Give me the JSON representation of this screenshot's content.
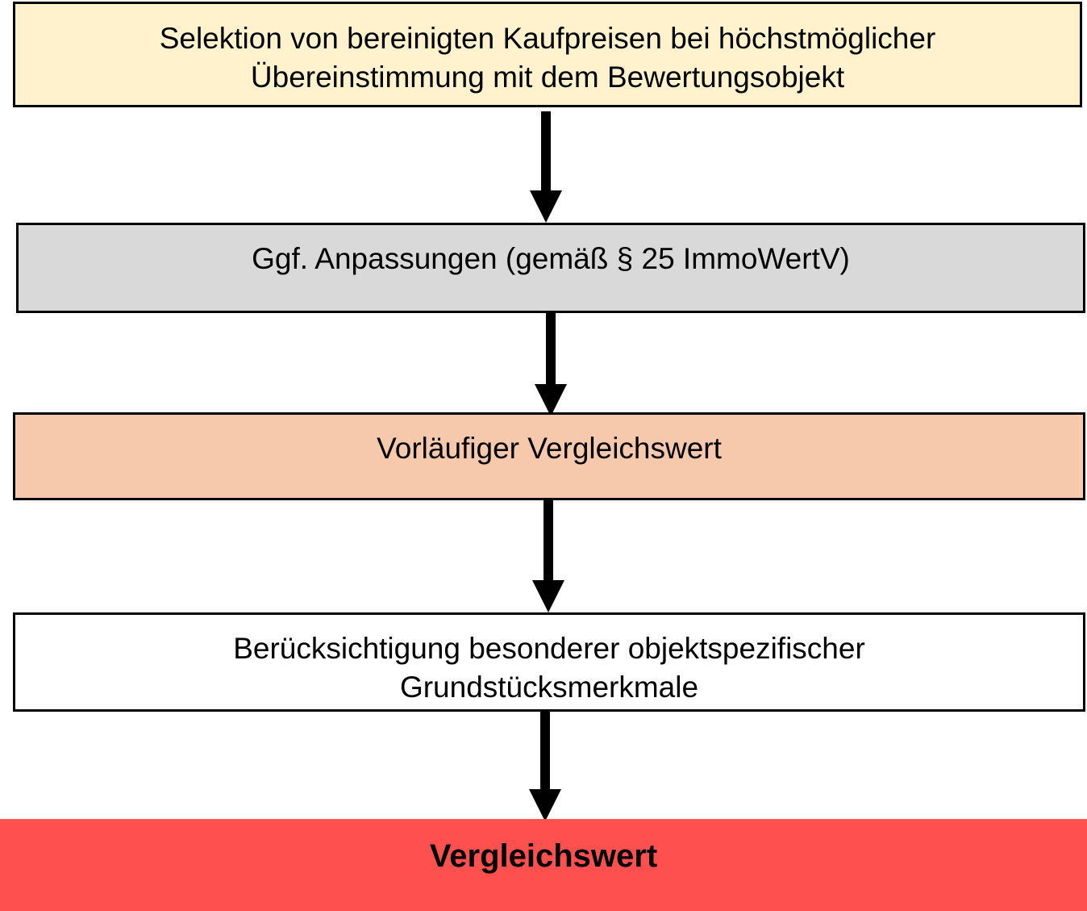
{
  "colors": {
    "step_1_fill": "#FFF2CC",
    "step_2_fill": "#D9D9D9",
    "step_3_fill": "#F6C9AD",
    "step_4_fill": "#FFFFFF",
    "step_5_fill": "#FF5050",
    "border": "#000000",
    "arrow": "#000000"
  },
  "steps": [
    {
      "lines": [
        "Selektion von bereinigten Kaufpreisen bei höchstmöglicher",
        "Übereinstimmung mit dem Bewertungsobjekt"
      ]
    },
    {
      "lines": [
        "Ggf. Anpassungen (gemäß § 25 ImmoWertV)"
      ]
    },
    {
      "lines": [
        "Vorläufiger Vergleichswert"
      ]
    },
    {
      "lines": [
        "Berücksichtigung besonderer objektspezifischer",
        "Grundstücksmerkmale"
      ]
    },
    {
      "lines": [
        "Vergleichswert"
      ]
    }
  ]
}
